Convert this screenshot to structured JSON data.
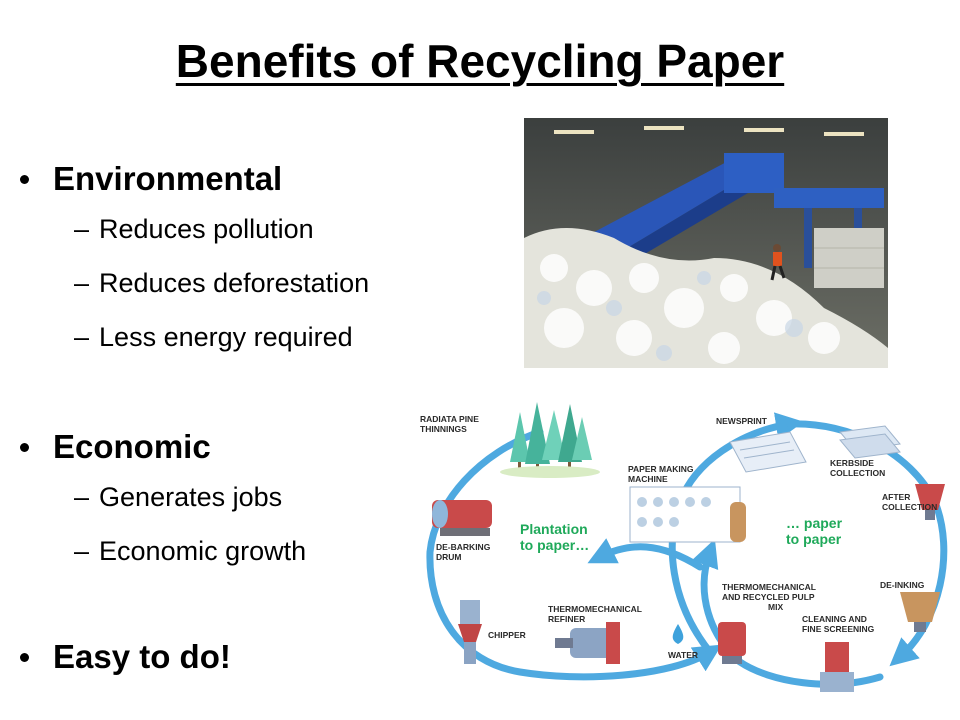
{
  "title": "Benefits of Recycling Paper",
  "sections": [
    {
      "heading": "Environmental",
      "items": [
        "Reduces pollution",
        "Reduces deforestation",
        "Less energy required"
      ]
    },
    {
      "heading": "Economic",
      "items": [
        "Generates jobs",
        "Economic growth"
      ]
    },
    {
      "heading": "Easy to do!",
      "items": []
    }
  ],
  "diagram": {
    "labels": {
      "radiata": [
        "RADIATA PINE",
        "THINNINGS"
      ],
      "debarking": [
        "DE-BARKING",
        "DRUM"
      ],
      "chipper": "CHIPPER",
      "refiner": [
        "THERMOMECHANICAL",
        "REFINER"
      ],
      "water": "WATER",
      "papermaking": [
        "PAPER MAKING",
        "MACHINE"
      ],
      "plantation": [
        "Plantation",
        "to paper…"
      ],
      "newsprint": "NEWSPRINT",
      "kerbside": [
        "KERBSIDE",
        "COLLECTION"
      ],
      "after": [
        "AFTER",
        "COLLECTION"
      ],
      "paper2paper": [
        "… paper",
        "to paper"
      ],
      "deinking": "DE-INKING",
      "thermomix": [
        "THERMOMECHANICAL",
        "AND RECYCLED PULP",
        "MIX"
      ],
      "cleaning": [
        "CLEANING AND",
        "FINE SCREENING"
      ]
    }
  }
}
